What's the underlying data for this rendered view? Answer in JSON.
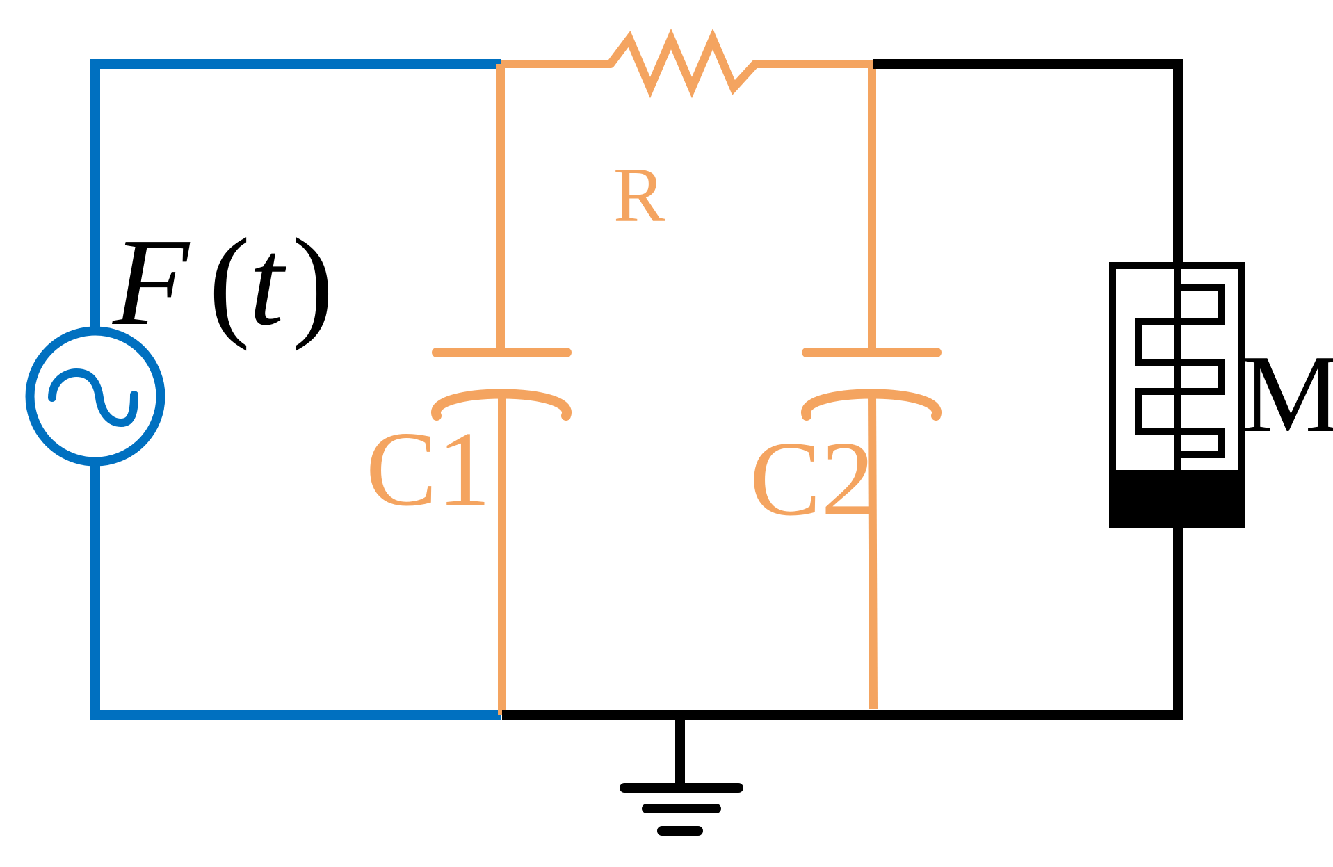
{
  "colors": {
    "source": "#0070C0",
    "passive": "#F4A460",
    "ground": "#000000",
    "background": "#FFFFFF"
  },
  "labels": {
    "source": "F(t)",
    "source_parts": {
      "f": "F",
      "open": "(",
      "t": "t",
      "close": ")"
    },
    "resistor": "R",
    "capacitor_1": "C1",
    "capacitor_2": "C2",
    "device": "M"
  },
  "components": [
    {
      "id": "source",
      "type": "ac-voltage-source",
      "label": "F(t)"
    },
    {
      "id": "resistor",
      "type": "resistor",
      "label": "R"
    },
    {
      "id": "capacitor-1",
      "type": "capacitor",
      "label": "C1"
    },
    {
      "id": "capacitor-2",
      "type": "capacitor",
      "label": "C2"
    },
    {
      "id": "device",
      "type": "interdigitated-device",
      "label": "M"
    },
    {
      "id": "ground",
      "type": "ground",
      "label": ""
    }
  ],
  "connections": [
    {
      "from": "source",
      "to": "capacitor-1"
    },
    {
      "from": "capacitor-1",
      "to": "resistor"
    },
    {
      "from": "resistor",
      "to": "capacitor-2"
    },
    {
      "from": "capacitor-2",
      "to": "device"
    },
    {
      "from": "device",
      "to": "ground"
    },
    {
      "from": "capacitor-1",
      "to": "ground"
    },
    {
      "from": "capacitor-2",
      "to": "ground"
    },
    {
      "from": "source",
      "to": "ground"
    }
  ]
}
